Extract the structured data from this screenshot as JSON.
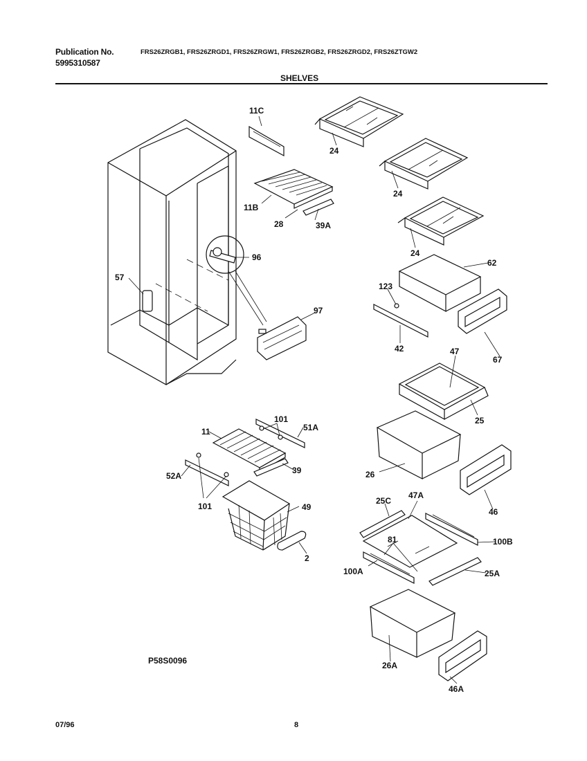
{
  "header": {
    "publication_label": "Publication No.",
    "publication_number": "5995310587",
    "models": "FRS26ZRGB1, FRS26ZRGD1, FRS26ZRGW1, FRS26ZRGB2, FRS26ZRGD2, FRS26ZTGW2",
    "section_title": "SHELVES"
  },
  "diagram_code": "P58S0096",
  "footer": {
    "date": "07/96",
    "page": "8"
  },
  "callouts": {
    "c11C": "11C",
    "c11B": "11B",
    "c28a": "28",
    "c39A": "39A",
    "c96": "96",
    "c57": "57",
    "c97": "97",
    "c24a": "24",
    "c24b": "24",
    "c24c": "24",
    "c62": "62",
    "c123": "123",
    "c42": "42",
    "c67": "67",
    "c47": "47",
    "c25": "25",
    "c26": "26",
    "c46": "46",
    "c101a": "101",
    "c51A": "51A",
    "c11": "11",
    "c39": "39",
    "c52A": "52A",
    "c101b": "101",
    "c49": "49",
    "c2": "2",
    "c25C": "25C",
    "c47A": "47A",
    "c81": "81",
    "c100B": "100B",
    "c100A": "100A",
    "c25A": "25A",
    "c26A": "26A",
    "c46A": "46A"
  }
}
